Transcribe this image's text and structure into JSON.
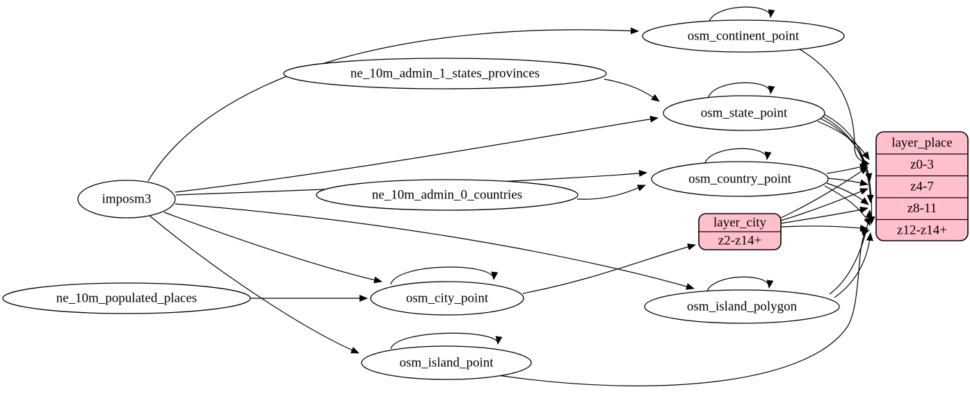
{
  "diagram": {
    "type": "etl-dependency-graph",
    "background_color": "#ffffff",
    "edge_color": "#000000",
    "record_fill_color": "#ffc0cb",
    "nodes": {
      "imposm3": {
        "label": "imposm3",
        "shape": "ellipse"
      },
      "ne_10m_admin_1_states_provinces": {
        "label": "ne_10m_admin_1_states_provinces",
        "shape": "ellipse"
      },
      "ne_10m_admin_0_countries": {
        "label": "ne_10m_admin_0_countries",
        "shape": "ellipse"
      },
      "ne_10m_populated_places": {
        "label": "ne_10m_populated_places",
        "shape": "ellipse"
      },
      "osm_continent_point": {
        "label": "osm_continent_point",
        "shape": "ellipse",
        "self_loop": true
      },
      "osm_state_point": {
        "label": "osm_state_point",
        "shape": "ellipse",
        "self_loop": true
      },
      "osm_country_point": {
        "label": "osm_country_point",
        "shape": "ellipse",
        "self_loop": true
      },
      "osm_city_point": {
        "label": "osm_city_point",
        "shape": "ellipse",
        "self_loop": true
      },
      "osm_island_polygon": {
        "label": "osm_island_polygon",
        "shape": "ellipse",
        "self_loop": true
      },
      "osm_island_point": {
        "label": "osm_island_point",
        "shape": "ellipse",
        "self_loop": true
      }
    },
    "records": {
      "layer_city": {
        "title": "layer_city",
        "rows": [
          "z2-z14+"
        ]
      },
      "layer_place": {
        "title": "layer_place",
        "rows": [
          "z0-3",
          "z4-7",
          "z8-11",
          "z12-z14+"
        ]
      }
    },
    "edges": [
      {
        "from": "imposm3",
        "to": "osm_continent_point"
      },
      {
        "from": "imposm3",
        "to": "osm_state_point"
      },
      {
        "from": "imposm3",
        "to": "osm_country_point"
      },
      {
        "from": "imposm3",
        "to": "osm_city_point"
      },
      {
        "from": "imposm3",
        "to": "osm_island_polygon"
      },
      {
        "from": "imposm3",
        "to": "osm_island_point"
      },
      {
        "from": "ne_10m_admin_1_states_provinces",
        "to": "osm_state_point"
      },
      {
        "from": "ne_10m_admin_0_countries",
        "to": "osm_country_point"
      },
      {
        "from": "ne_10m_populated_places",
        "to": "osm_city_point"
      },
      {
        "from": "osm_continent_point",
        "to": "osm_continent_point"
      },
      {
        "from": "osm_state_point",
        "to": "osm_state_point"
      },
      {
        "from": "osm_country_point",
        "to": "osm_country_point"
      },
      {
        "from": "osm_city_point",
        "to": "osm_city_point"
      },
      {
        "from": "osm_island_polygon",
        "to": "osm_island_polygon"
      },
      {
        "from": "osm_island_point",
        "to": "osm_island_point"
      },
      {
        "from": "osm_city_point",
        "to": "layer_city:z2-z14+"
      },
      {
        "from": "osm_continent_point",
        "to": "layer_place:z0-3"
      },
      {
        "from": "osm_state_point",
        "to": "layer_place:z0-3"
      },
      {
        "from": "osm_state_point",
        "to": "layer_place:z4-7"
      },
      {
        "from": "osm_state_point",
        "to": "layer_place:z8-11"
      },
      {
        "from": "osm_state_point",
        "to": "layer_place:z12-z14+"
      },
      {
        "from": "osm_country_point",
        "to": "layer_place:z0-3"
      },
      {
        "from": "osm_country_point",
        "to": "layer_place:z4-7"
      },
      {
        "from": "osm_country_point",
        "to": "layer_place:z8-11"
      },
      {
        "from": "osm_country_point",
        "to": "layer_place:z12-z14+"
      },
      {
        "from": "layer_city:z2-z14+",
        "to": "layer_place:z0-3"
      },
      {
        "from": "layer_city:z2-z14+",
        "to": "layer_place:z4-7"
      },
      {
        "from": "layer_city:z2-z14+",
        "to": "layer_place:z8-11"
      },
      {
        "from": "layer_city:z2-z14+",
        "to": "layer_place:z12-z14+"
      },
      {
        "from": "osm_island_polygon",
        "to": "layer_place:z8-11"
      },
      {
        "from": "osm_island_polygon",
        "to": "layer_place:z12-z14+"
      },
      {
        "from": "osm_island_point",
        "to": "layer_place:z12-z14+"
      }
    ]
  }
}
